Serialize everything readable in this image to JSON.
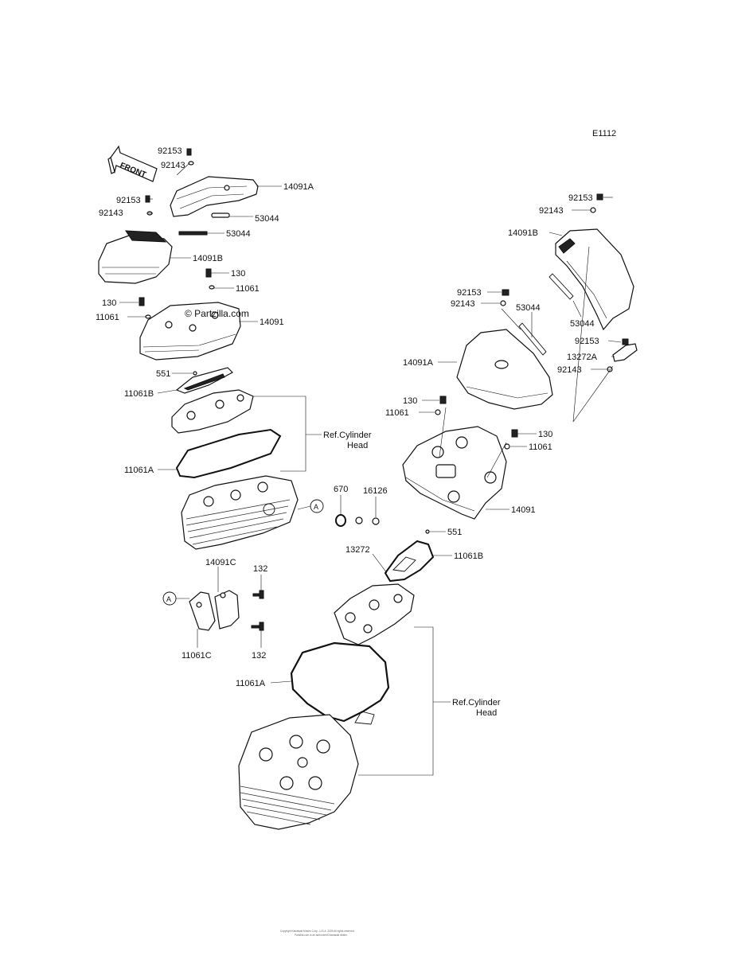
{
  "diagram_code": "E1112",
  "front_label": "FRONT",
  "watermark": "© Partzilla.com",
  "ref_left": [
    "Ref.Cylinder",
    "Head"
  ],
  "ref_right": [
    "Ref.Cylinder",
    "Head"
  ],
  "circle_marker": "A",
  "footer": [
    "Copyright Kawasaki Motors Corp., U.S.A. 2009 All rights reserved.",
    "Partzilla.com is an authorized Kawasaki dealer."
  ],
  "labels": {
    "l_92153_top": "92153",
    "l_92143_top": "92143",
    "l_14091A_top": "14091A",
    "l_92153_left": "92153",
    "l_92143_left": "92143",
    "l_53044_a": "53044",
    "l_53044_b": "53044",
    "l_14091B_left": "14091B",
    "l_130_a": "130",
    "l_11061_a": "11061",
    "l_130_b": "130",
    "l_11061_b": "11061",
    "l_14091_left": "14091",
    "l_551_left": "551",
    "l_11061B_left": "11061B",
    "l_11061A_left": "11061A",
    "l_670": "670",
    "l_16126": "16126",
    "l_14091C": "14091C",
    "l_132_a": "132",
    "l_11061C": "11061C",
    "l_132_b": "132",
    "r_92153_top": "92153",
    "r_92143_top": "92143",
    "r_14091B": "14091B",
    "r_53044_long": "53044",
    "r_92153_mid": "92153",
    "r_92143_mid": "92143",
    "r_53044_mid": "53044",
    "r_14091A": "14091A",
    "r_92153_side": "92153",
    "r_13272A": "13272A",
    "r_92143_side": "92143",
    "r_130_a": "130",
    "r_11061_a": "11061",
    "r_130_b": "130",
    "r_11061_b": "11061",
    "r_14091": "14091",
    "r_551": "551",
    "r_13272": "13272",
    "r_11061B": "11061B",
    "r_11061A": "11061A"
  }
}
